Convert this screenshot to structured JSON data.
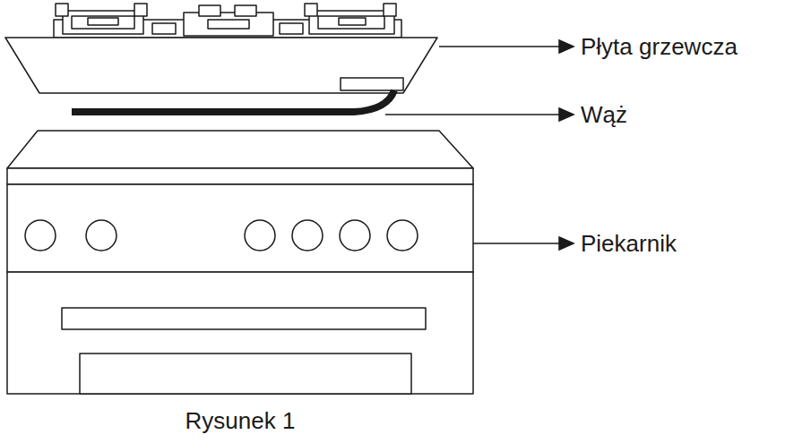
{
  "diagram": {
    "caption": "Rysunek 1",
    "labels": [
      "Płyta grzewcza",
      "Wąż",
      "Piekarnik"
    ]
  }
}
